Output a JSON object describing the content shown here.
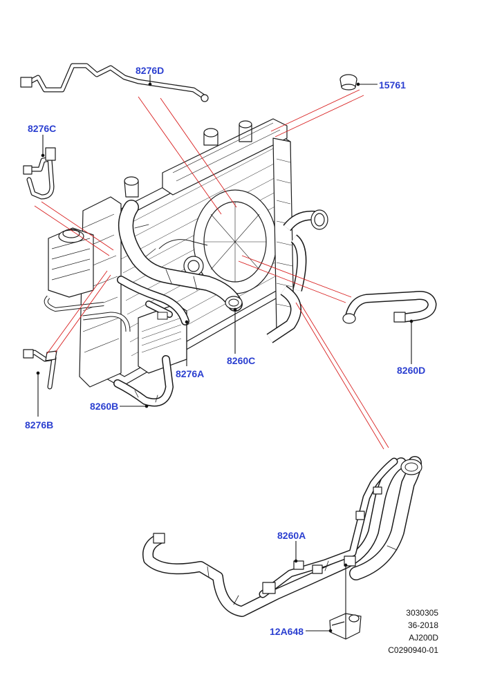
{
  "diagram": {
    "callouts": {
      "c8276D": "8276D",
      "c15761": "15761",
      "c8276C": "8276C",
      "c8260D": "8260D",
      "c8260C": "8260C",
      "c8276A": "8276A",
      "c8260B": "8260B",
      "c8276B": "8276B",
      "c8260A": "8260A",
      "c12A648": "12A648"
    },
    "reference_codes": [
      "3030305",
      "36-2018",
      "AJ200D",
      "C0290940-01"
    ],
    "colors": {
      "callout_text": "#2b3fd0",
      "leader_line": "#d81e1e",
      "pointer_line": "#111111",
      "drawing_line": "#1a1a1a"
    }
  }
}
